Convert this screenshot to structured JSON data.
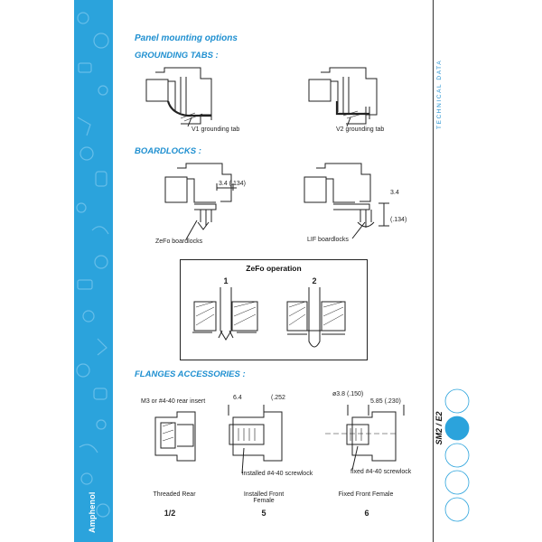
{
  "page": {
    "title": "Panel mounting options",
    "brand": "Amphenol",
    "side_tab": "TECHNICAL DATA",
    "series": "SM2 / E2"
  },
  "grounding_tabs": {
    "heading": "GROUNDING TABS :",
    "v1_label": "V1 grounding tab",
    "v2_label": "V2 grounding tab"
  },
  "boardlocks": {
    "heading": "BOARDLOCKS :",
    "zefo_dim": "3.4 (.134)",
    "zefo_label": "ZeFo boardlocks",
    "lif_dim_top": "3.4",
    "lif_dim_side": "(.134)",
    "lif_label": "LIF boardlocks"
  },
  "zefo_operation": {
    "title": "ZeFo operation",
    "step1": "1",
    "step2": "2"
  },
  "flanges": {
    "heading": "FLANGES ACCESSORIES :",
    "insert_label": "M3 or #4-40 rear insert",
    "dim_a": "6.4",
    "dim_b": "(.252",
    "screwlock_installed": "installed #4-40 screwlock",
    "dim_dia": "ø3.8 (.150)",
    "dim_c": "5.85 (.230)",
    "screwlock_fixed": "fixed #4-40 screwlock",
    "items": [
      {
        "caption": "Threaded Rear",
        "number": "1/2"
      },
      {
        "caption": "Installed Front Female",
        "number": "5"
      },
      {
        "caption": "Fixed Front Female",
        "number": "6"
      }
    ]
  },
  "colors": {
    "accent": "#1e8fd0",
    "sidebar": "#2ba3dc"
  }
}
